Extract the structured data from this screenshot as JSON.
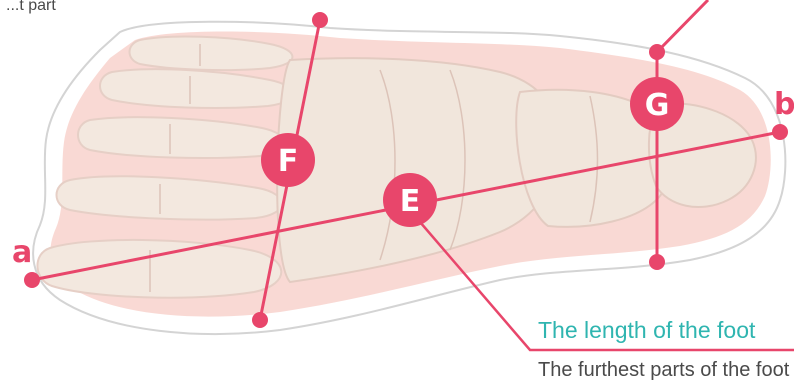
{
  "colors": {
    "accent": "#e8466b",
    "teal": "#2fb5b0",
    "text": "#4a4a4a",
    "skin_light": "#fbe3df",
    "skin": "#f5c6bf",
    "bone": "#f3ebe2",
    "outline": "#cfcfcf"
  },
  "labels": {
    "point_a": "a",
    "point_b": "b",
    "marker_e": "E",
    "marker_f": "F",
    "marker_g": "G"
  },
  "captions": {
    "top_partial": "...t part",
    "length_title": "The length of the foot",
    "length_desc": "The furthest parts of the foot"
  },
  "icons": {
    "marker_shape": "filled-circle",
    "endpoint_shape": "dot"
  }
}
